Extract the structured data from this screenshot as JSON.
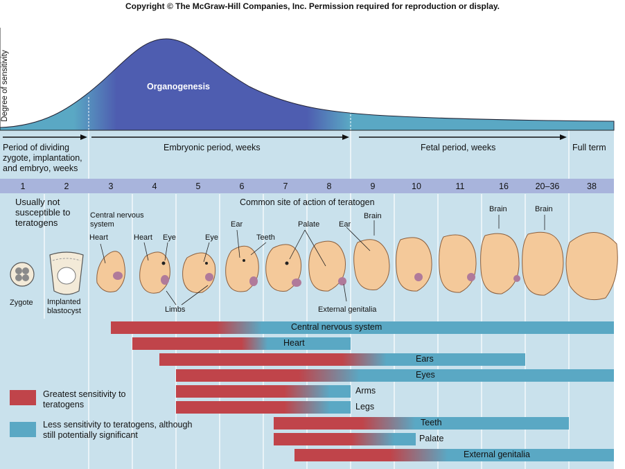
{
  "header": {
    "copyright": "Copyright © The McGraw-Hill Companies, Inc.    Permission required for reproduction or display."
  },
  "curve": {
    "y_label": "Degree of sensitivity",
    "peak_label": "Organogenesis"
  },
  "periods": {
    "dividing": "Period of dividing zygote, implantation, and embryo, weeks",
    "embryonic": "Embryonic period, weeks",
    "fetal": "Fetal period, weeks",
    "full_term": "Full term"
  },
  "weeks": [
    "1",
    "2",
    "3",
    "4",
    "5",
    "6",
    "7",
    "8",
    "9",
    "10",
    "11",
    "16",
    "20–36",
    "38"
  ],
  "notes": {
    "not_susceptible": "Usually not susceptible to teratogens",
    "common_site": "Common site of action of teratogen"
  },
  "stage_labels": {
    "zygote": "Zygote",
    "blastocyst": "Implanted blastocyst",
    "cns": "Central nervous system",
    "heart1": "Heart",
    "heart2": "Heart",
    "eye1": "Eye",
    "eye2": "Eye",
    "limbs": "Limbs",
    "ear1": "Ear",
    "teeth": "Teeth",
    "palate": "Palate",
    "ear2": "Ear",
    "brain1": "Brain",
    "brain2": "Brain",
    "brain3": "Brain",
    "external_genitalia": "External genitalia"
  },
  "colors": {
    "red": "#c0444a",
    "blue": "#5aa8c4",
    "light_blue": "#c9e1ec",
    "week_band": "#a8b4dc",
    "curve": "#4e5db0"
  },
  "bars": [
    {
      "label": "Central nervous system",
      "red_start_week": "3",
      "red_end_week": "6",
      "end_week": "38"
    },
    {
      "label": "Heart",
      "red_start_week": "4",
      "red_end_week": "6",
      "end_week": "9"
    },
    {
      "label": "Ears",
      "red_start_week": "4",
      "red_end_week": "9",
      "end_week": "20–36"
    },
    {
      "label": "Eyes",
      "red_start_week": "5",
      "red_end_week": "8",
      "end_week": "38"
    },
    {
      "label": "Arms",
      "red_start_week": "5",
      "red_end_week": "8",
      "end_week": "9"
    },
    {
      "label": "Legs",
      "red_start_week": "5",
      "red_end_week": "8",
      "end_week": "9"
    },
    {
      "label": "Teeth",
      "red_start_week": "7",
      "red_end_week": "9",
      "end_week": "20–36"
    },
    {
      "label": "Palate",
      "red_start_week": "7",
      "red_end_week": "9",
      "end_week": "10"
    },
    {
      "label": "External genitalia",
      "red_start_week": "7",
      "red_end_week": "10",
      "end_week": "38"
    }
  ],
  "legend": {
    "greatest": "Greatest sensitivity to teratogens",
    "less": "Less sensitivity to teratogens, although still potentially significant"
  }
}
